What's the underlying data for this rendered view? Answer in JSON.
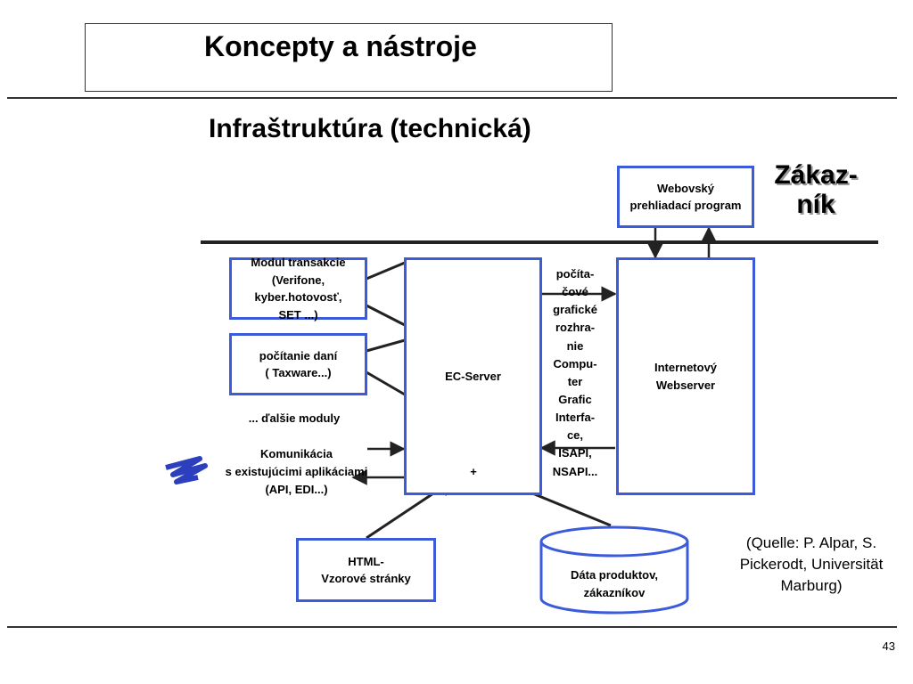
{
  "header": {
    "title": "Koncepty a nástroje",
    "subtitle": "Infraštruktúra (technická)"
  },
  "customer_label": "Zákaz-\nník",
  "nodes": {
    "browser": "Webovský\nprehliadací program",
    "transaction_module": "Modul transakcie\n(Verifone, kyber.hotovosť,\nSET ...)",
    "tax_calc": "počítanie daní\n( Taxware...)",
    "more_modules": "... ďalšie moduly",
    "communication": "Komunikácia\ns existujúcimi aplikáciami\n(API, EDI...)",
    "ec_server": "EC-Server",
    "plus": "+",
    "gui_label": "počíta-\nčové\ngrafické\nrozhra-\nnie\nCompu-\nter\nGrafic\nInterfa-\nce,\nISAPI,\nNSAPI...",
    "webserver": "Internetový\nWebserver",
    "html_templates": "HTML-\nVzorové stránky",
    "product_data": "Dáta produktov,\nzákazníkov"
  },
  "source_note": "(Quelle: P. Alpar, S.\nPickerodt, Universität\nMarburg)",
  "page_number": "43",
  "colors": {
    "box_border": "#3b5bdb",
    "lines": "#333333"
  }
}
